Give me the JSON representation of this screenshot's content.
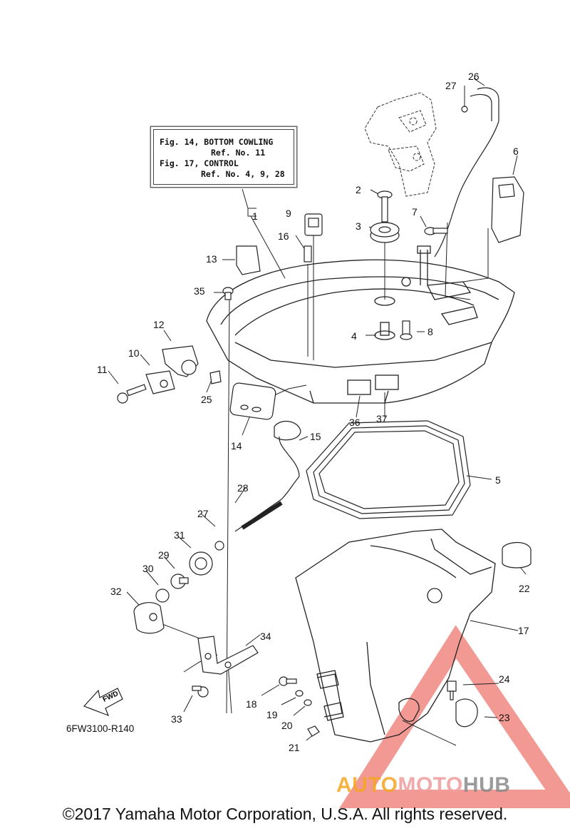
{
  "reference_box": {
    "line1": "Fig. 14, BOTTOM COWLING",
    "line2": "Ref. No. 11",
    "line3": "Fig. 17, CONTROL",
    "line4": "Ref. No. 4, 9, 28"
  },
  "diagram_code": "6FW3100-R140",
  "fwd_label": "FWD",
  "copyright": "©2017 Yamaha Motor Corporation, U.S.A. All rights reserved.",
  "watermark": {
    "part1": "AUTO",
    "part2": "MOTO",
    "part3": "HUB",
    "color_orange": "#f5a623",
    "color_red": "#e8453c",
    "color_gray": "#8a8a8a"
  },
  "callouts": [
    "1",
    "2",
    "3",
    "4",
    "5",
    "6",
    "7",
    "8",
    "9",
    "10",
    "11",
    "12",
    "13",
    "14",
    "15",
    "16",
    "17",
    "18",
    "19",
    "20",
    "21",
    "22",
    "23",
    "24",
    "25",
    "26",
    "27",
    "27",
    "28",
    "29",
    "30",
    "31",
    "32",
    "33",
    "34",
    "35",
    "36",
    "37"
  ]
}
